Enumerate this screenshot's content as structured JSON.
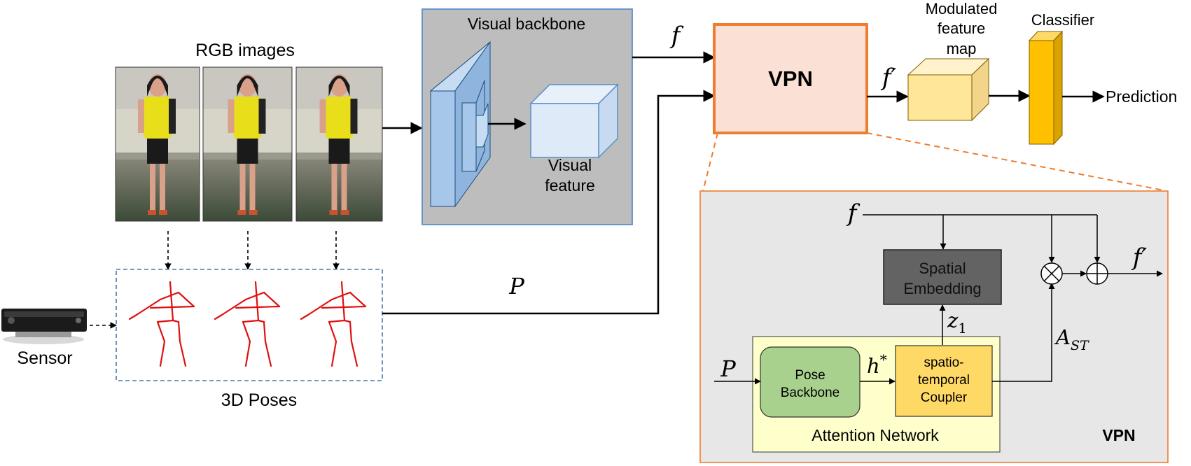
{
  "rgb_images": {
    "title": "RGB images",
    "count": 3
  },
  "poses": {
    "title": "3D Poses",
    "count": 3
  },
  "sensor": {
    "label": "Sensor"
  },
  "backbone": {
    "title": "Visual backbone",
    "feature_label_1": "Visual",
    "feature_label_2": "feature"
  },
  "arrows": {
    "f": "f",
    "P": "P",
    "f_prime": "f′"
  },
  "vpn_box": {
    "label": "VPN"
  },
  "modulated": {
    "line1": "Modulated",
    "line2": "feature",
    "line3": "map"
  },
  "classifier": {
    "label": "Classifier"
  },
  "prediction": {
    "label": "Prediction"
  },
  "detail": {
    "f": "f",
    "f_prime": "f′",
    "P": "P",
    "spatial_embedding_1": "Spatial",
    "spatial_embedding_2": "Embedding",
    "z1_base": "z",
    "z1_sub": "1",
    "h_base": "h",
    "h_sup": "*",
    "a_base": "A",
    "a_sub": "ST",
    "pose_backbone_1": "Pose",
    "pose_backbone_2": "Backbone",
    "coupler_1": "spatio-",
    "coupler_2": "temporal",
    "coupler_3": "Coupler",
    "attention_network": "Attention Network",
    "vpn": "VPN"
  },
  "colors": {
    "backbone_bg": "#bdbdbd",
    "backbone_border": "#5b8fc7",
    "vpn_fill": "#fbe1d5",
    "vpn_border": "#ed7d31",
    "modulated_fill": "#ffe699",
    "classifier_fill": "#ffc000",
    "detail_bg": "#e7e7e7",
    "spatial_fill": "#636363",
    "attention_fill": "#ffffcc",
    "pose_backbone_fill": "#a9d18e",
    "coupler_fill": "#ffd966",
    "skeleton": "#e01010"
  }
}
